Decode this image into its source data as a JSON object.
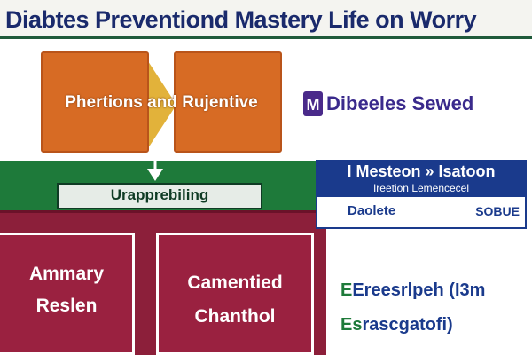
{
  "header": {
    "title": "Diabtes Preventiond Mastery Life on Worry"
  },
  "flow": {
    "top_label": "Phertions and Rujentive",
    "banner_label": "Urapprebiling",
    "cards": [
      {
        "line1": "Ammary",
        "line2": "Reslen"
      },
      {
        "line1": "Camentied",
        "line2": "Chanthol"
      }
    ]
  },
  "badge": {
    "letter": "M",
    "text": "Dibeeles Sewed"
  },
  "info_card": {
    "title": "I Mesteon » Isatoon",
    "subtitle": "Ireetion Lemencecel",
    "footer_left": "Daolete",
    "footer_right": "SOBUE"
  },
  "notes": [
    {
      "mark": "E",
      "text": "Ereesrlpeh (I3m"
    },
    {
      "mark": "Es",
      "text": "rascgatofi)"
    }
  ],
  "colors": {
    "title_text": "#1a2a6c",
    "orange": "#d76b24",
    "green": "#1e7a3a",
    "maroon": "#8c1f3a",
    "blue": "#1a3a8c",
    "purple": "#4a2a8a"
  }
}
